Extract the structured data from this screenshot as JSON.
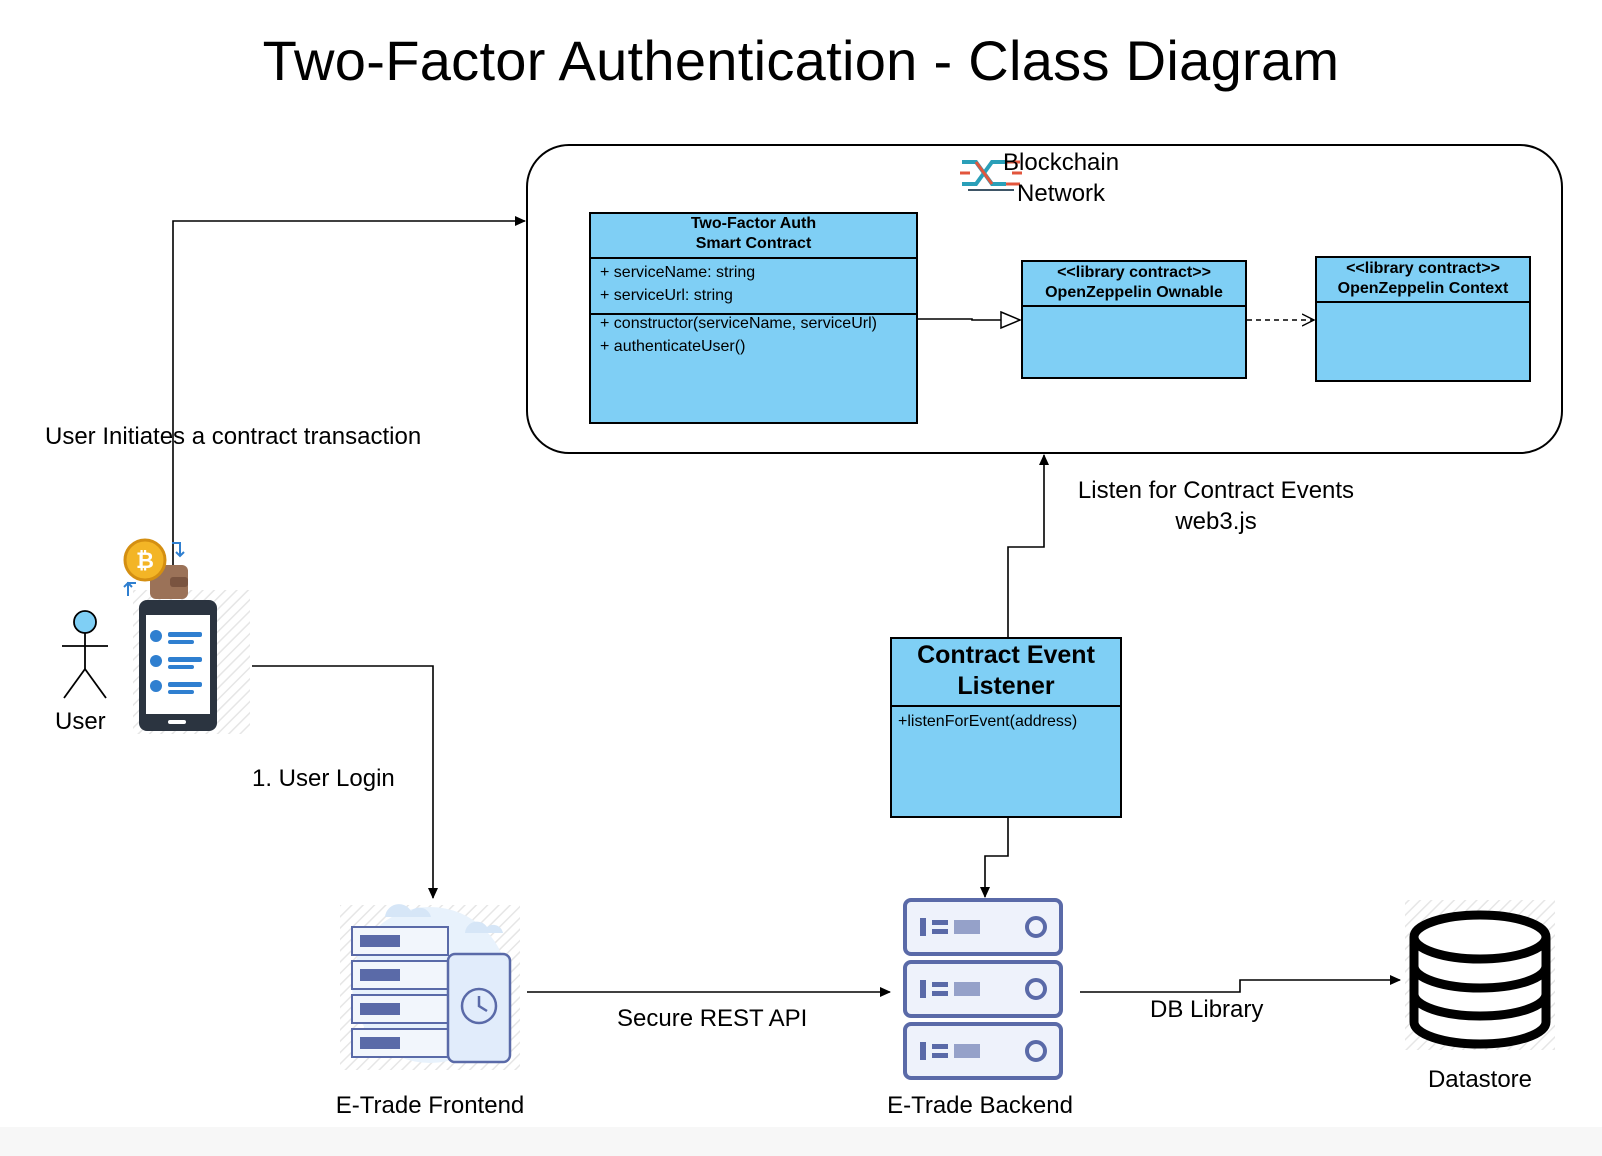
{
  "title": "Two-Factor Authentication - Class Diagram",
  "network": {
    "label_line1": "Blockchain",
    "label_line2": "Network"
  },
  "classes": {
    "smart_contract": {
      "name_line1": "Two-Factor Auth",
      "name_line2": "Smart Contract",
      "attributes": [
        "+ serviceName: string",
        "+ serviceUrl: string"
      ],
      "methods": [
        "+ constructor(serviceName, serviceUrl)",
        "+ authenticateUser()"
      ]
    },
    "ownable": {
      "stereotype": "<<library contract>>",
      "name": "OpenZeppelin Ownable"
    },
    "context": {
      "stereotype": "<<library contract>>",
      "name": "OpenZeppelin Context"
    },
    "listener": {
      "name_line1": "Contract Event",
      "name_line2": "Listener",
      "methods": [
        "+listenForEvent(address)"
      ]
    }
  },
  "actors": {
    "user": "User"
  },
  "nodes": {
    "frontend": "E-Trade Frontend",
    "backend": "E-Trade Backend",
    "datastore": "Datastore"
  },
  "edges": {
    "user_to_network": "User Initiates a contract transaction",
    "listen_line1": "Listen for Contract Events",
    "listen_line2": "web3.js",
    "login": "1. User Login",
    "rest": "Secure REST API",
    "db": "DB Library"
  },
  "colors": {
    "class_fill": "#7fcff5",
    "icon_blue": "#2f7fd0",
    "bitcoin": "#f3b526",
    "server": "#5a6aa8",
    "stroke": "#000000"
  }
}
